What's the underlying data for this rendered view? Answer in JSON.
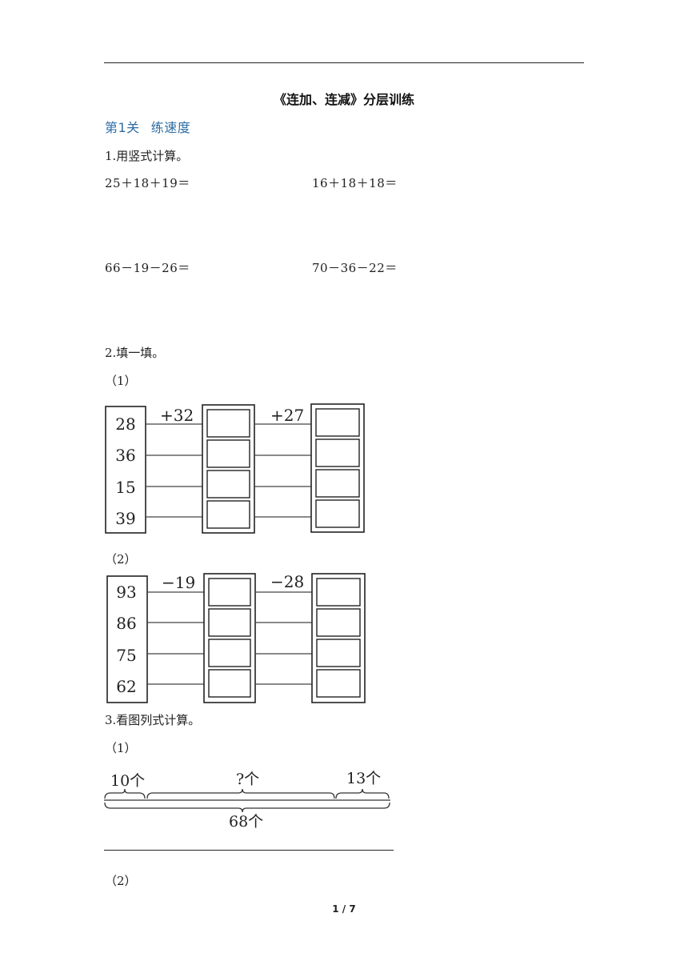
{
  "document": {
    "title": "《连加、连减》分层训练",
    "section": {
      "label": "第1关",
      "name": "练速度"
    },
    "q1": {
      "label": "1.用竖式计算。",
      "expressions": [
        "25＋18＋19＝",
        "16＋18＋18＝",
        "66－19－26＝",
        "70－36－22＝"
      ]
    },
    "q2": {
      "label": "2.填一填。",
      "part1": {
        "label": "（1）",
        "op1": "+32",
        "op2": "+27",
        "numbers": [
          "28",
          "36",
          "15",
          "39"
        ]
      },
      "part2": {
        "label": "（2）",
        "op1": "−19",
        "op2": "−28",
        "numbers": [
          "93",
          "86",
          "75",
          "62"
        ]
      }
    },
    "q3": {
      "label": "3.看图列式计算。",
      "part1": {
        "label": "（1）",
        "left": "10个",
        "middle": "?个",
        "right": "13个",
        "total": "68个"
      },
      "part2": {
        "label": "（2）"
      }
    },
    "page_number": "1 / 7"
  }
}
